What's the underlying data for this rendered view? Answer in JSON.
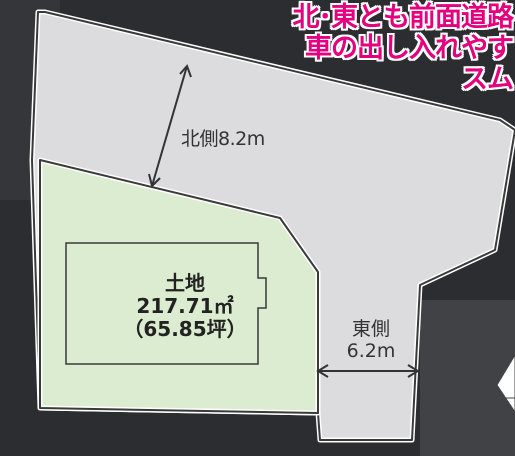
{
  "headline": {
    "line1": "北･東とも前面道路",
    "line2": "車の出し入れやす",
    "line3": "スム"
  },
  "road_north": {
    "label": "北側",
    "width": "8.2m"
  },
  "road_east": {
    "label": "東側",
    "width": "6.2m"
  },
  "lot": {
    "title": "土地",
    "area_sqm": "217.71㎡",
    "area_tsubo": "（65.85坪）"
  },
  "colors": {
    "road": "#dcdcdf",
    "lot": "#dcecd0",
    "outline": "#3a3a3a",
    "headline": "#e4007f",
    "background": "#2b2d30"
  }
}
